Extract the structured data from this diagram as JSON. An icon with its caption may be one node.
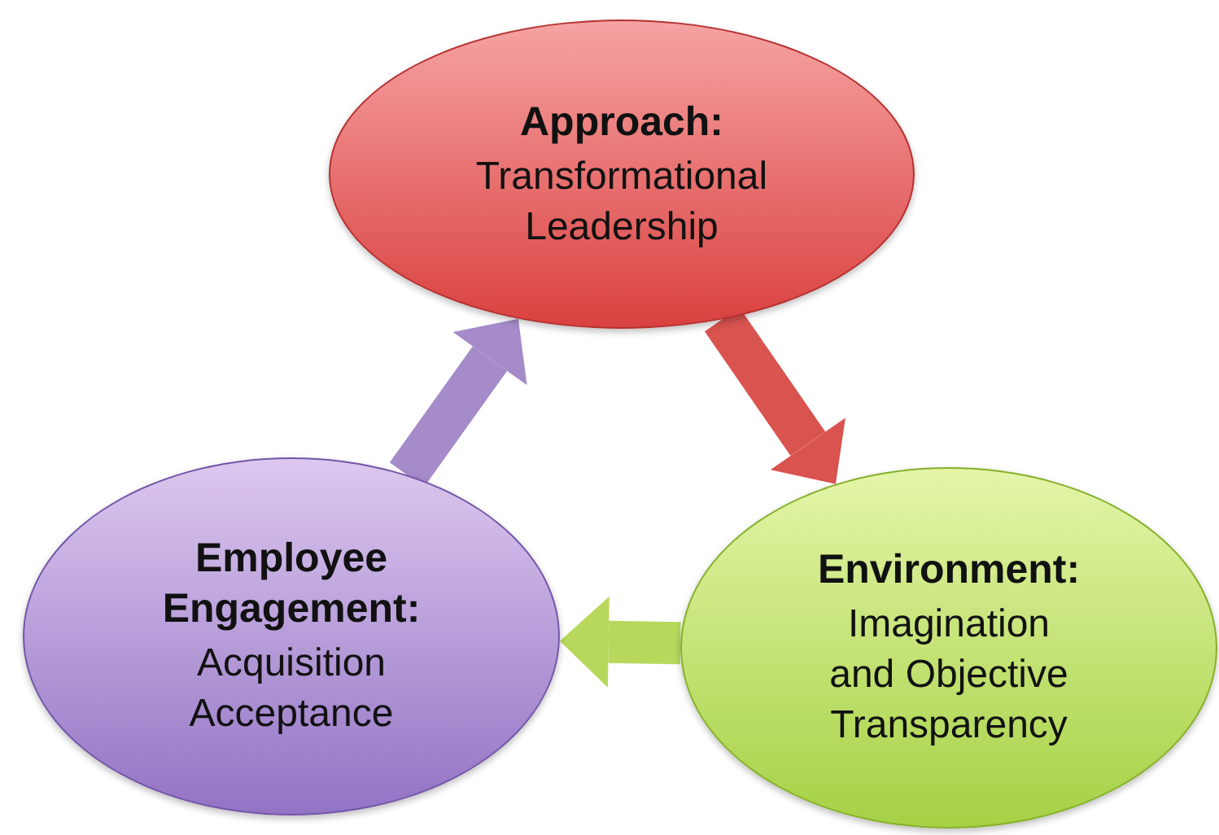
{
  "diagram": {
    "nodes": [
      {
        "text": [
          "Approach:",
          "Transformational Leadership"
        ]
      },
      {
        "text": [
          "Environment:",
          "Imagination and Objective Transparency"
        ]
      },
      {
        "text": [
          "Employee Engagement:",
          "Acquisition Acceptance"
        ]
      }
    ],
    "edges": [
      {
        "from": 0,
        "to": 1,
        "arrow": "to",
        "color": "#d9534f"
      },
      {
        "from": 1,
        "to": 2,
        "arrow": "to",
        "color": "#b8d85c"
      },
      {
        "from": 2,
        "to": 0,
        "arrow": "to",
        "color": "#a58bc9"
      }
    ]
  }
}
